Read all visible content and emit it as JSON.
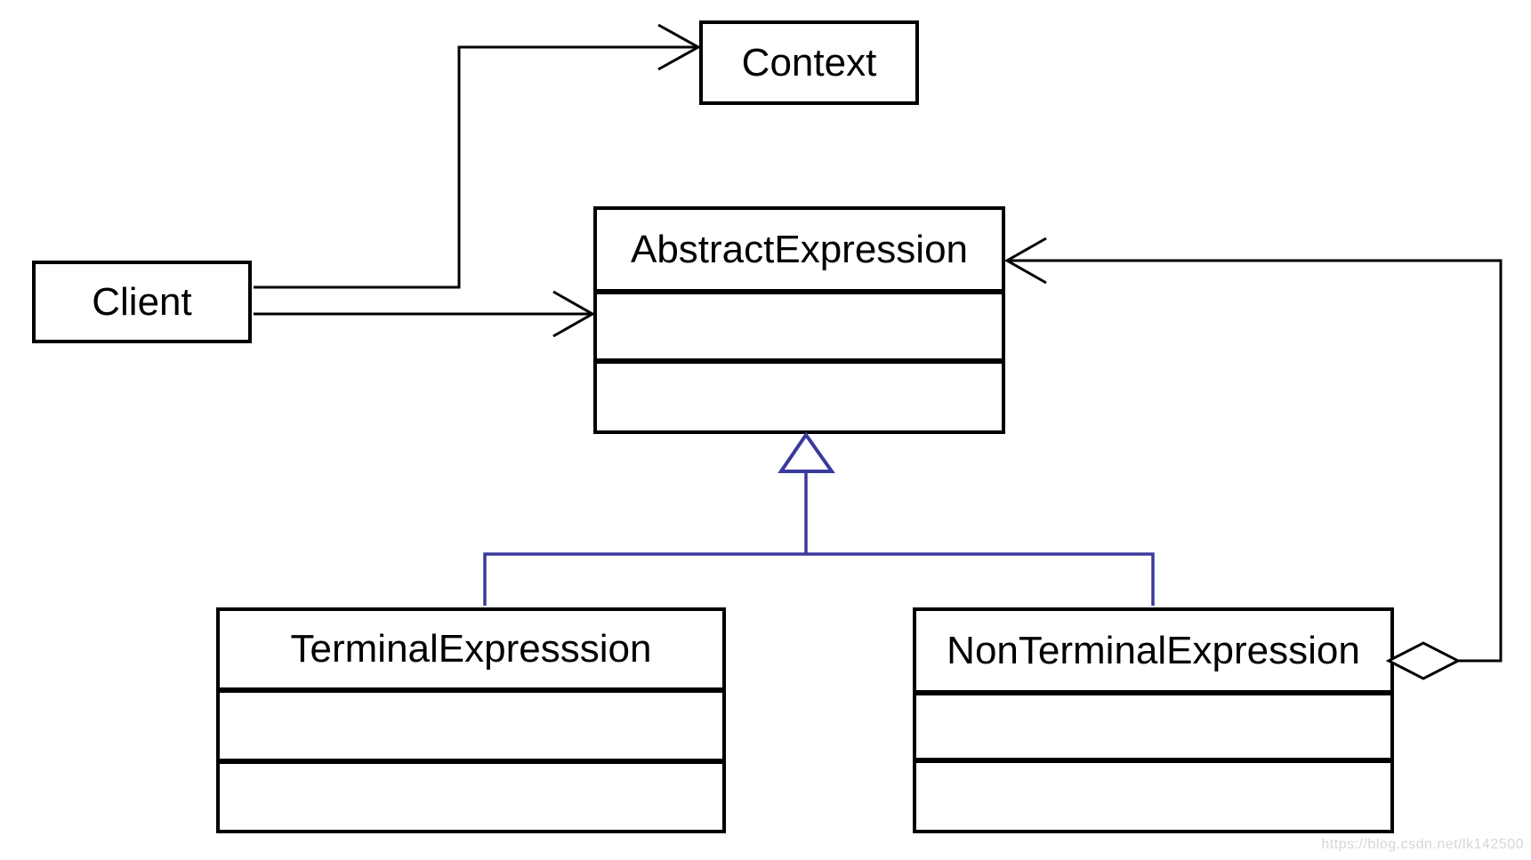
{
  "classes": {
    "context": {
      "name": "Context"
    },
    "client": {
      "name": "Client"
    },
    "abstract_expression": {
      "name": "AbstractExpression"
    },
    "terminal_expression": {
      "name": "TerminalExpresssion"
    },
    "non_terminal_expression": {
      "name": "NonTerminalExpression"
    }
  },
  "relationships": [
    {
      "from": "Client",
      "to": "Context",
      "type": "association-arrow"
    },
    {
      "from": "Client",
      "to": "AbstractExpression",
      "type": "association-arrow"
    },
    {
      "from": "TerminalExpresssion",
      "to": "AbstractExpression",
      "type": "generalization"
    },
    {
      "from": "NonTerminalExpression",
      "to": "AbstractExpression",
      "type": "generalization"
    },
    {
      "from": "NonTerminalExpression",
      "to": "AbstractExpression",
      "type": "aggregation-arrow"
    }
  ],
  "watermark": {
    "text": "https://blog.csdn.net/lk142500"
  },
  "colors": {
    "line": "#000000",
    "inheritance": "#3A3A9E",
    "text": "#000000",
    "watermark": "#d6d6d6",
    "background": "#ffffff"
  }
}
